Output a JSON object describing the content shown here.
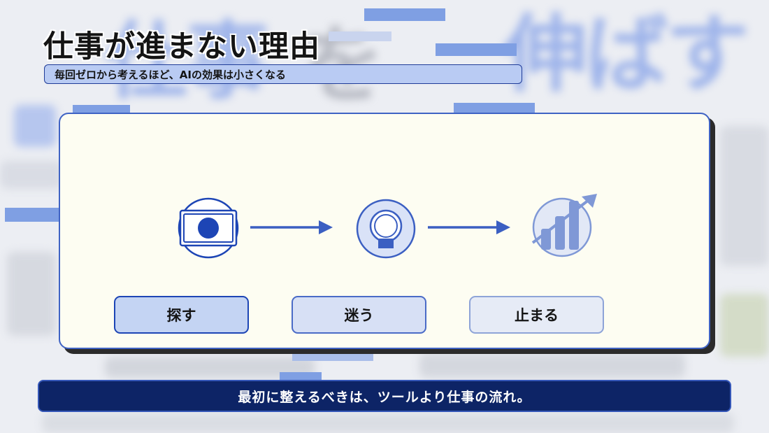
{
  "slide": {
    "title": "仕事が進まない理由",
    "subtitle": "毎回ゼロから考えるほど、AIの効果は小さくなる",
    "footer": "最初に整えるべきは、ツールより仕事の流れ。"
  },
  "steps": [
    {
      "label": "探す",
      "icon": "window-dot-icon",
      "fill": "#c4d4f3",
      "border": "#1d45b5"
    },
    {
      "label": "迷う",
      "icon": "lightbulb-icon",
      "fill": "#d7e0f5",
      "border": "#4a6bc7"
    },
    {
      "label": "止まる",
      "icon": "growth-chart-icon",
      "fill": "#e6ebf6",
      "border": "#8ea4d8"
    }
  ],
  "colors": {
    "accent": "#1d45b5",
    "footer_bg": "#0d2466",
    "panel_bg": "#fdfdf2",
    "subtitle_bg": "#b9cbf3"
  }
}
